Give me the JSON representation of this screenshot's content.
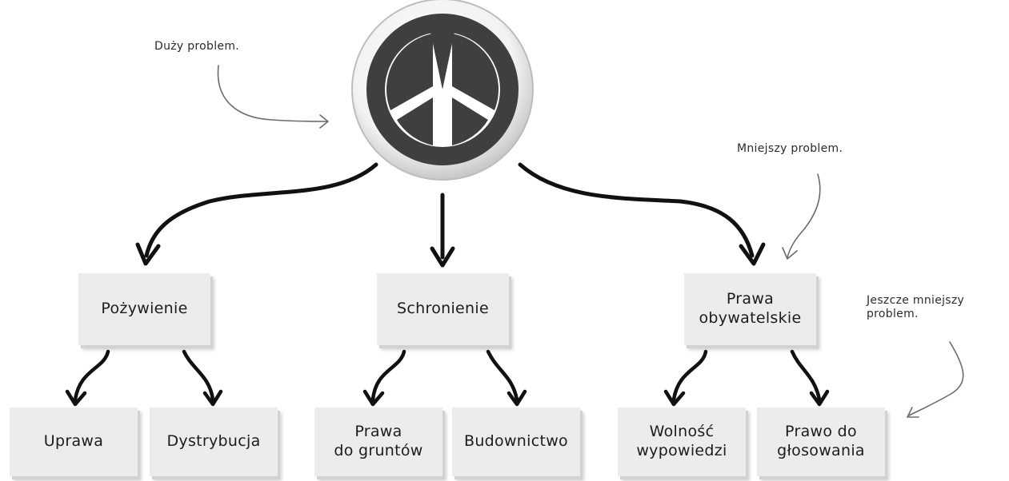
{
  "root": {
    "icon": "peace-symbol-icon"
  },
  "annotations": {
    "big": "Duży problem.",
    "smaller": "Mniejszy problem.",
    "smallest": "Jeszcze mniejszy\nproblem."
  },
  "level1": [
    {
      "label": "Pożywienie"
    },
    {
      "label": "Schronienie"
    },
    {
      "label": "Prawa\nobywatelskie"
    }
  ],
  "level2": [
    {
      "label": "Uprawa"
    },
    {
      "label": "Dystrybucja"
    },
    {
      "label": "Prawa\ndo gruntów"
    },
    {
      "label": "Budownictwo"
    },
    {
      "label": "Wolność\nwypowiedzi"
    },
    {
      "label": "Prawo do\ngłosowania"
    }
  ],
  "colors": {
    "arrow": "#111111",
    "box": "#ececec",
    "note_arrow": "#6b6b6b"
  }
}
